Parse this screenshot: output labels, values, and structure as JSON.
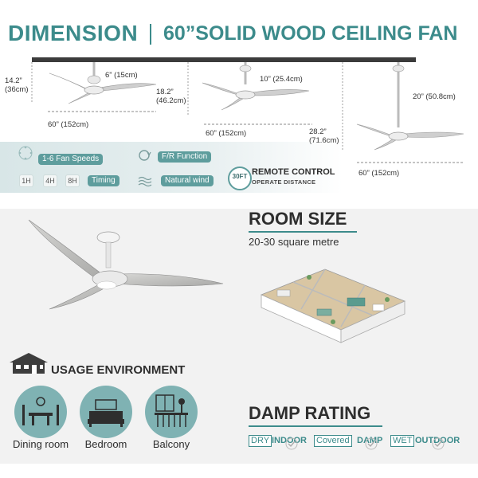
{
  "header": {
    "title_left": "DIMENSION",
    "title_right": "60”SOLID WOOD CEILING FAN"
  },
  "dimensions": {
    "fan1": {
      "height_in": "14.2”",
      "height_cm": "(36cm)",
      "rod_label": "6” (15cm)",
      "span_label": "60” (152cm)"
    },
    "fan2": {
      "height_in": "18.2”",
      "height_cm": "(46.2cm)",
      "rod_label": "10” (25.4cm)",
      "span_label": "60” (152cm)"
    },
    "fan3": {
      "height_in": "28.2”",
      "height_cm": "(71.6cm)",
      "rod_label": "20” (50.8cm)",
      "span_label": "60” (152cm)"
    }
  },
  "features": {
    "fan_speeds": "1-6 Fan Speeds",
    "fr_function": "F/R Function",
    "timers": [
      "1H",
      "4H",
      "8H"
    ],
    "timing": "Timing",
    "natural_wind": "Natural wind",
    "remote_badge": "30FT",
    "remote_title": "REMOTE CONTROL",
    "remote_subtitle": "OPERATE DISTANCE"
  },
  "room_size": {
    "title": "ROOM SIZE",
    "value": "20-30 square metre"
  },
  "usage": {
    "title": "USAGE ENVIRONMENT",
    "items": [
      {
        "label": "Dining room",
        "icon": "dining-room-icon"
      },
      {
        "label": "Bedroom",
        "icon": "bedroom-icon"
      },
      {
        "label": "Balcony",
        "icon": "balcony-icon"
      }
    ]
  },
  "damp_rating": {
    "title": "DAMP RATING",
    "items": [
      {
        "box": "DRY",
        "word": "INDOOR"
      },
      {
        "box": "Covered",
        "word": "DAMP"
      },
      {
        "box": "WET",
        "word": "OUTDOOR"
      }
    ]
  },
  "colors": {
    "accent": "#3c8b8b",
    "pill": "#5e9d9d",
    "icon_circle": "#7fb2b3",
    "ceiling": "#3b3b3b"
  }
}
